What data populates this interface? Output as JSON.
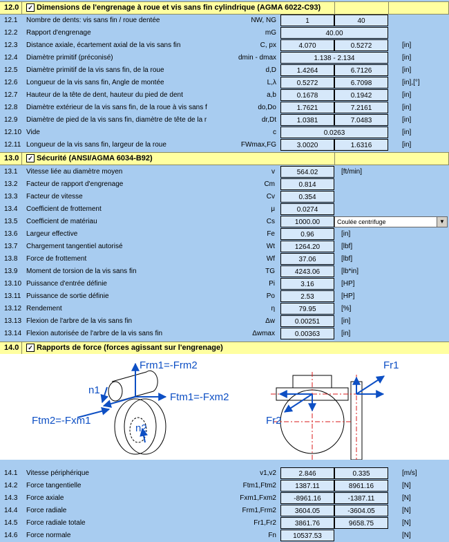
{
  "s12": {
    "num": "12.0",
    "title": "Dimensions de l'engrenage à roue et vis sans fin cylindrique (AGMA 6022-C93)",
    "rows": [
      {
        "n": "12.1",
        "label": "Nombre de dents: vis sans fin / roue dentée",
        "sym": "NW, NG",
        "v1": "1",
        "v2": "40",
        "unit": ""
      },
      {
        "n": "12.2",
        "label": "Rapport d'engrenage",
        "sym": "mG",
        "v": "40.00",
        "unit": ""
      },
      {
        "n": "12.3",
        "label": "Distance axiale, écartement axial de la vis sans fin",
        "sym": "C, px",
        "v1": "4.070",
        "v2": "0.5272",
        "unit": "[in]"
      },
      {
        "n": "12.4",
        "label": "Diamètre primitif (préconisé)",
        "sym": "dmin - dmax",
        "v": "1.138 - 2.134",
        "unit": "[in]"
      },
      {
        "n": "12.5",
        "label": "Diamètre primitif de la vis sans fin, de la roue",
        "sym": "d,D",
        "v1": "1.4264",
        "v2": "6.7126",
        "unit": "[in]"
      },
      {
        "n": "12.6",
        "label": "Longueur de la vis sans fin, Angle de montée",
        "sym": "L,λ",
        "v1": "0.5272",
        "v2": "6.7098",
        "unit": "[in],[°]"
      },
      {
        "n": "12.7",
        "label": "Hauteur de la tête de dent, hauteur du pied de dent",
        "sym": "a,b",
        "v1": "0.1678",
        "v2": "0.1942",
        "unit": "[in]"
      },
      {
        "n": "12.8",
        "label": "Diamètre extérieur de la vis sans fin, de la roue à vis sans f",
        "sym": "do,Do",
        "v1": "1.7621",
        "v2": "7.2161",
        "unit": "[in]"
      },
      {
        "n": "12.9",
        "label": "Diamètre de pied de la vis sans fin, diamètre de tête de la r",
        "sym": "dr,Dt",
        "v1": "1.0381",
        "v2": "7.0483",
        "unit": "[in]"
      },
      {
        "n": "12.10",
        "label": "Vide",
        "sym": "c",
        "v": "0.0263",
        "unit": "[in]"
      },
      {
        "n": "12.11",
        "label": "Longueur de la vis sans fin, largeur de la roue",
        "sym": "FWmax,FG",
        "v1": "3.0020",
        "v2": "1.6316",
        "unit": "[in]"
      }
    ]
  },
  "s13": {
    "num": "13.0",
    "title": "Sécurité (ANSI/AGMA 6034-B92)",
    "rows": [
      {
        "n": "13.1",
        "label": "Vitesse liée au diamètre moyen",
        "sym": "v",
        "v": "564.02",
        "unit": "[ft/min]"
      },
      {
        "n": "13.2",
        "label": "Facteur de rapport d'engrenage",
        "sym": "Cm",
        "v": "0.814",
        "unit": ""
      },
      {
        "n": "13.3",
        "label": "Facteur de vitesse",
        "sym": "Cv",
        "v": "0.354",
        "unit": ""
      },
      {
        "n": "13.4",
        "label": "Coefficient de frottement",
        "sym": "μ",
        "v": "0.0274",
        "unit": ""
      },
      {
        "n": "13.5",
        "label": "Coefficient de matériau",
        "sym": "Cs",
        "v": "1000.00",
        "unit": "",
        "dropdown": "Coulée centrifuge"
      },
      {
        "n": "13.6",
        "label": "Largeur effective",
        "sym": "Fe",
        "v": "0.96",
        "unit": "[in]"
      },
      {
        "n": "13.7",
        "label": "Chargement tangentiel autorisé",
        "sym": "Wt",
        "v": "1264.20",
        "unit": "[lbf]"
      },
      {
        "n": "13.8",
        "label": "Force de frottement",
        "sym": "Wf",
        "v": "37.06",
        "unit": "[lbf]"
      },
      {
        "n": "13.9",
        "label": "Moment de torsion de la vis sans fin",
        "sym": "TG",
        "v": "4243.06",
        "unit": "[lb*in]"
      },
      {
        "n": "13.10",
        "label": "Puissance d'entrée définie",
        "sym": "Pi",
        "v": "3.16",
        "unit": "[HP]"
      },
      {
        "n": "13.11",
        "label": "Puissance de sortie définie",
        "sym": "Po",
        "v": "2.53",
        "unit": "[HP]"
      },
      {
        "n": "13.12",
        "label": "Rendement",
        "sym": "η",
        "v": "79.95",
        "unit": "[%]"
      },
      {
        "n": "13.13",
        "label": "Flexion de l'arbre de la vis sans fin",
        "sym": "Δw",
        "v": "0.00251",
        "unit": "[in]"
      },
      {
        "n": "13.14",
        "label": "Flexion autorisée de l'arbre de la vis sans fin",
        "sym": "Δwmax",
        "v": "0.00363",
        "unit": "[in]"
      }
    ]
  },
  "s14": {
    "num": "14.0",
    "title": "Rapports de force (forces agissant sur l'engrenage)",
    "diagram": {
      "frm": "Frm1=-Frm2",
      "ftm1": "Ftm1=-Fxm2",
      "ftm2": "Ftm2=-Fxm1",
      "n1": "n1",
      "n2": "n2",
      "fr1": "Fr1",
      "fr2": "Fr2"
    },
    "rows": [
      {
        "n": "14.1",
        "label": "Vitesse périphérique",
        "sym": "v1,v2",
        "v1": "2.846",
        "v2": "0.335",
        "unit": "[m/s]"
      },
      {
        "n": "14.2",
        "label": "Force tangentielle",
        "sym": "Ftm1,Ftm2",
        "v1": "1387.11",
        "v2": "8961.16",
        "unit": "[N]"
      },
      {
        "n": "14.3",
        "label": "Force axiale",
        "sym": "Fxm1,Fxm2",
        "v1": "-8961.16",
        "v2": "-1387.11",
        "unit": "[N]"
      },
      {
        "n": "14.4",
        "label": "Force radiale",
        "sym": "Frm1,Frm2",
        "v1": "3604.05",
        "v2": "-3604.05",
        "unit": "[N]"
      },
      {
        "n": "14.5",
        "label": "Force radiale totale",
        "sym": "Fr1,Fr2",
        "v1": "3861.76",
        "v2": "9658.75",
        "unit": "[N]"
      },
      {
        "n": "14.6",
        "label": "Force normale",
        "sym": "Fn",
        "v": "10537.53",
        "unit": "[N]"
      }
    ]
  }
}
